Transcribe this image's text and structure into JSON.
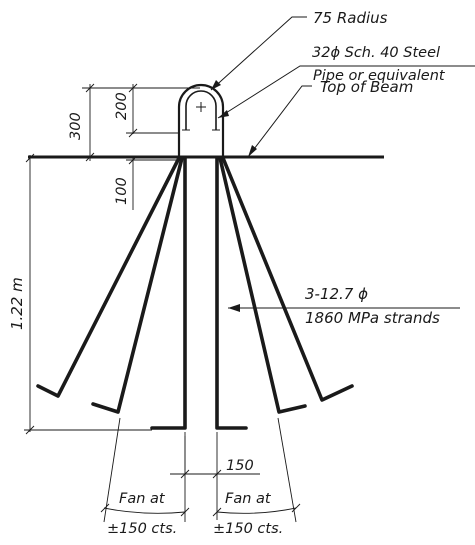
{
  "annotations": {
    "radius": "75 Radius",
    "pipe_line1": "32ϕ Sch. 40 Steel",
    "pipe_line2": "Pipe or equivalent",
    "top_of_beam": "Top of Beam",
    "strands_line1": "3-12.7 ϕ",
    "strands_line2": "1860 MPa strands"
  },
  "dimensions": {
    "d300": "300",
    "d200": "200",
    "d100": "100",
    "d122": "1.22 m",
    "d150": "150"
  },
  "fan_notes": {
    "left_line1": "Fan at",
    "left_line2": "±150 cts.",
    "right_line1": "Fan at",
    "right_line2": "±150 cts."
  }
}
